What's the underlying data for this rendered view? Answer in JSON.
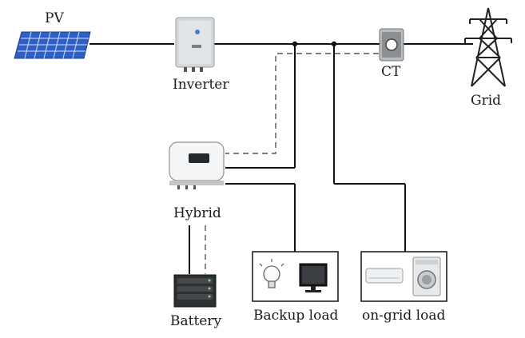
{
  "diagram": {
    "labels": {
      "pv": "PV",
      "inverter": "Inverter",
      "ct": "CT",
      "grid": "Grid",
      "hybrid": "Hybrid",
      "battery": "Battery",
      "backup_load": "Backup load",
      "on_grid_load": "on-grid load"
    },
    "components": [
      {
        "id": "pv",
        "icon": "solar-panel-icon"
      },
      {
        "id": "inverter",
        "icon": "inverter-icon"
      },
      {
        "id": "ct",
        "icon": "current-transformer-icon"
      },
      {
        "id": "grid",
        "icon": "transmission-tower-icon"
      },
      {
        "id": "hybrid",
        "icon": "hybrid-inverter-icon"
      },
      {
        "id": "battery",
        "icon": "battery-rack-icon"
      },
      {
        "id": "backup_load",
        "icons": [
          "light-bulb-icon",
          "monitor-icon"
        ]
      },
      {
        "id": "on_grid_load",
        "icons": [
          "air-conditioner-icon",
          "washing-machine-icon"
        ]
      }
    ],
    "connections": [
      {
        "from": "pv",
        "to": "inverter",
        "style": "solid"
      },
      {
        "from": "inverter",
        "to": "grid",
        "style": "solid"
      },
      {
        "from": "ct",
        "to": "hybrid",
        "style": "dashed"
      },
      {
        "from": "hybrid",
        "to": "grid",
        "style": "solid"
      },
      {
        "from": "hybrid",
        "to": "backup_load",
        "style": "solid"
      },
      {
        "from": "grid",
        "to": "on_grid_load",
        "style": "solid"
      },
      {
        "from": "hybrid",
        "to": "battery",
        "style": "solid"
      },
      {
        "from": "hybrid",
        "to": "battery",
        "style": "dashed"
      }
    ],
    "colors": {
      "line": "#111111",
      "panel_blue": "#3a64c8",
      "device_gray": "#cfd3d6"
    }
  }
}
